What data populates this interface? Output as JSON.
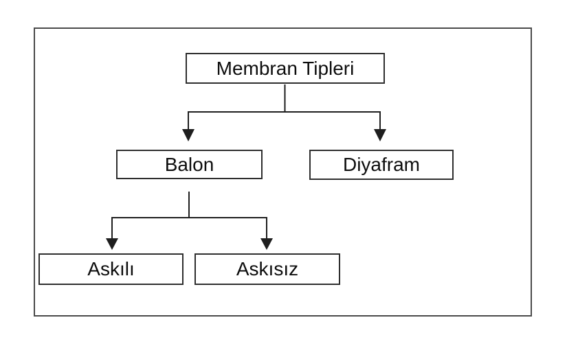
{
  "diagram": {
    "type": "tree",
    "nodes": {
      "root": {
        "label": "Membran Tipleri"
      },
      "balon": {
        "label": "Balon"
      },
      "diyafram": {
        "label": "Diyafram"
      },
      "askili": {
        "label": "Askılı"
      },
      "askisiz": {
        "label": "Askısız"
      }
    },
    "edges": [
      {
        "from": "Membran Tipleri",
        "to": "Balon"
      },
      {
        "from": "Membran Tipleri",
        "to": "Diyafram"
      },
      {
        "from": "Balon",
        "to": "Askılı"
      },
      {
        "from": "Balon",
        "to": "Askısız"
      }
    ],
    "colors": {
      "background": "#ffffff",
      "frame_border": "#4a4a4a",
      "node_border": "#2e2e2e",
      "connector": "#1e1e1e",
      "text": "#0d0d0d"
    }
  }
}
